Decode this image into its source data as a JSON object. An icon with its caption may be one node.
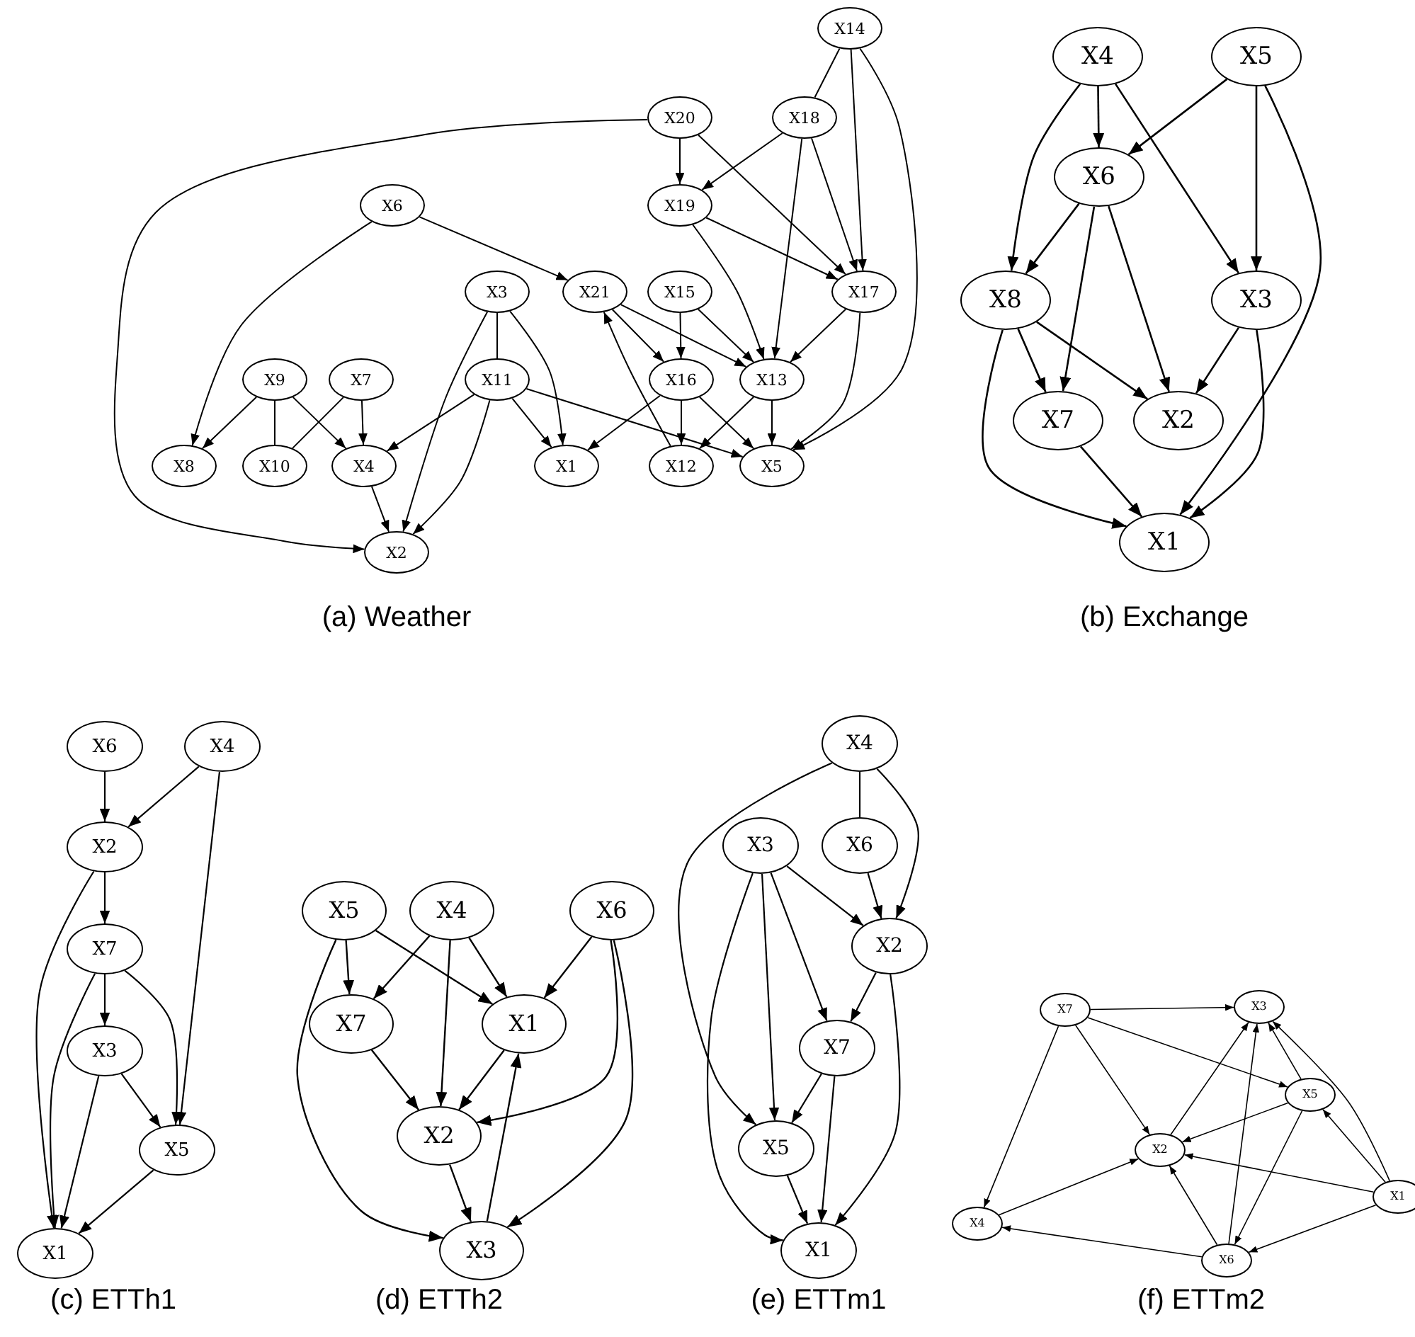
{
  "diagram": {
    "nodes": [
      {
        "text": [
          "X14"
        ]
      },
      {
        "text": [
          "X20"
        ]
      },
      {
        "text": [
          "X18"
        ]
      },
      {
        "text": [
          "X6"
        ]
      },
      {
        "text": [
          "X19"
        ]
      },
      {
        "text": [
          "X3"
        ]
      },
      {
        "text": [
          "X21"
        ]
      },
      {
        "text": [
          "X15"
        ]
      },
      {
        "text": [
          "X17"
        ]
      },
      {
        "text": [
          "X9"
        ]
      },
      {
        "text": [
          "X7"
        ]
      },
      {
        "text": [
          "X11"
        ]
      },
      {
        "text": [
          "X16"
        ]
      },
      {
        "text": [
          "X13"
        ]
      },
      {
        "text": [
          "X8"
        ]
      },
      {
        "text": [
          "X10"
        ]
      },
      {
        "text": [
          "X4"
        ]
      },
      {
        "text": [
          "X1"
        ]
      },
      {
        "text": [
          "X12"
        ]
      },
      {
        "text": [
          "X5"
        ]
      },
      {
        "text": [
          "X2"
        ]
      },
      {
        "text": [
          "X4"
        ]
      },
      {
        "text": [
          "X5"
        ]
      },
      {
        "text": [
          "X6"
        ]
      },
      {
        "text": [
          "X8"
        ]
      },
      {
        "text": [
          "X3"
        ]
      },
      {
        "text": [
          "X7"
        ]
      },
      {
        "text": [
          "X2"
        ]
      },
      {
        "text": [
          "X1"
        ]
      },
      {
        "text": [
          "X6"
        ]
      },
      {
        "text": [
          "X4"
        ]
      },
      {
        "text": [
          "X2"
        ]
      },
      {
        "text": [
          "X7"
        ]
      },
      {
        "text": [
          "X3"
        ]
      },
      {
        "text": [
          "X5"
        ]
      },
      {
        "text": [
          "X1"
        ]
      },
      {
        "text": [
          "X5"
        ]
      },
      {
        "text": [
          "X4"
        ]
      },
      {
        "text": [
          "X6"
        ]
      },
      {
        "text": [
          "X7"
        ]
      },
      {
        "text": [
          "X1"
        ]
      },
      {
        "text": [
          "X2"
        ]
      },
      {
        "text": [
          "X3"
        ]
      },
      {
        "text": [
          "X4"
        ]
      },
      {
        "text": [
          "X3"
        ]
      },
      {
        "text": [
          "X6"
        ]
      },
      {
        "text": [
          "X2"
        ]
      },
      {
        "text": [
          "X7"
        ]
      },
      {
        "text": [
          "X5"
        ]
      },
      {
        "text": [
          "X1"
        ]
      },
      {
        "text": [
          "X7"
        ]
      },
      {
        "text": [
          "X3"
        ]
      },
      {
        "text": [
          "X5"
        ]
      },
      {
        "text": [
          "X2"
        ]
      },
      {
        "text": [
          "X1"
        ]
      },
      {
        "text": [
          "X4"
        ]
      },
      {
        "text": [
          "X6"
        ]
      }
    ],
    "edges": [
      {
        "from": 0,
        "to": 2,
        "arrow": "none"
      },
      {
        "from": 0,
        "to": 8,
        "arrow": "to"
      },
      {
        "from": 0,
        "to": 19,
        "arrow": "to"
      },
      {
        "from": 1,
        "to": 20,
        "arrow": "to"
      },
      {
        "from": 1,
        "to": 4,
        "arrow": "to"
      },
      {
        "from": 1,
        "to": 8,
        "arrow": "to"
      },
      {
        "from": 2,
        "to": 4,
        "arrow": "to"
      },
      {
        "from": 2,
        "to": 13,
        "arrow": "to"
      },
      {
        "from": 2,
        "to": 8,
        "arrow": "to"
      },
      {
        "from": 3,
        "to": 14,
        "arrow": "to"
      },
      {
        "from": 3,
        "to": 6,
        "arrow": "to"
      },
      {
        "from": 4,
        "to": 8,
        "arrow": "to"
      },
      {
        "from": 4,
        "to": 13,
        "arrow": "to"
      },
      {
        "from": 5,
        "to": 11,
        "arrow": "none"
      },
      {
        "from": 5,
        "to": 20,
        "arrow": "to"
      },
      {
        "from": 5,
        "to": 17,
        "arrow": "to"
      },
      {
        "from": 6,
        "to": 12,
        "arrow": "to"
      },
      {
        "from": 6,
        "to": 13,
        "arrow": "to"
      },
      {
        "from": 7,
        "to": 12,
        "arrow": "to"
      },
      {
        "from": 7,
        "to": 13,
        "arrow": "to"
      },
      {
        "from": 8,
        "to": 13,
        "arrow": "to"
      },
      {
        "from": 8,
        "to": 19,
        "arrow": "to"
      },
      {
        "from": 9,
        "to": 14,
        "arrow": "to"
      },
      {
        "from": 9,
        "to": 15,
        "arrow": "none"
      },
      {
        "from": 9,
        "to": 16,
        "arrow": "to"
      },
      {
        "from": 10,
        "to": 15,
        "arrow": "none"
      },
      {
        "from": 10,
        "to": 16,
        "arrow": "to"
      },
      {
        "from": 11,
        "to": 16,
        "arrow": "to"
      },
      {
        "from": 11,
        "to": 20,
        "arrow": "to"
      },
      {
        "from": 11,
        "to": 17,
        "arrow": "to"
      },
      {
        "from": 11,
        "to": 19,
        "arrow": "to"
      },
      {
        "from": 12,
        "to": 17,
        "arrow": "to"
      },
      {
        "from": 12,
        "to": 18,
        "arrow": "to"
      },
      {
        "from": 12,
        "to": 19,
        "arrow": "to"
      },
      {
        "from": 13,
        "to": 18,
        "arrow": "to"
      },
      {
        "from": 13,
        "to": 19,
        "arrow": "to"
      },
      {
        "from": 18,
        "to": 6,
        "arrow": "to"
      },
      {
        "from": 16,
        "to": 20,
        "arrow": "to"
      },
      {
        "from": 21,
        "to": 23,
        "arrow": "to"
      },
      {
        "from": 21,
        "to": 24,
        "arrow": "to"
      },
      {
        "from": 21,
        "to": 25,
        "arrow": "to"
      },
      {
        "from": 22,
        "to": 23,
        "arrow": "to"
      },
      {
        "from": 22,
        "to": 25,
        "arrow": "to"
      },
      {
        "from": 22,
        "to": 28,
        "arrow": "to"
      },
      {
        "from": 23,
        "to": 24,
        "arrow": "to"
      },
      {
        "from": 23,
        "to": 26,
        "arrow": "to"
      },
      {
        "from": 23,
        "to": 27,
        "arrow": "to"
      },
      {
        "from": 24,
        "to": 26,
        "arrow": "to"
      },
      {
        "from": 24,
        "to": 28,
        "arrow": "to"
      },
      {
        "from": 24,
        "to": 27,
        "arrow": "to"
      },
      {
        "from": 25,
        "to": 27,
        "arrow": "to"
      },
      {
        "from": 25,
        "to": 28,
        "arrow": "to"
      },
      {
        "from": 26,
        "to": 28,
        "arrow": "to"
      },
      {
        "from": 29,
        "to": 31,
        "arrow": "to"
      },
      {
        "from": 30,
        "to": 31,
        "arrow": "to"
      },
      {
        "from": 30,
        "to": 34,
        "arrow": "to"
      },
      {
        "from": 31,
        "to": 32,
        "arrow": "to"
      },
      {
        "from": 31,
        "to": 35,
        "arrow": "to"
      },
      {
        "from": 32,
        "to": 33,
        "arrow": "to"
      },
      {
        "from": 32,
        "to": 35,
        "arrow": "to"
      },
      {
        "from": 32,
        "to": 34,
        "arrow": "to"
      },
      {
        "from": 33,
        "to": 34,
        "arrow": "to"
      },
      {
        "from": 33,
        "to": 35,
        "arrow": "to"
      },
      {
        "from": 34,
        "to": 35,
        "arrow": "to"
      },
      {
        "from": 36,
        "to": 39,
        "arrow": "to"
      },
      {
        "from": 36,
        "to": 40,
        "arrow": "to"
      },
      {
        "from": 36,
        "to": 42,
        "arrow": "to"
      },
      {
        "from": 37,
        "to": 39,
        "arrow": "to"
      },
      {
        "from": 37,
        "to": 41,
        "arrow": "to"
      },
      {
        "from": 37,
        "to": 40,
        "arrow": "to"
      },
      {
        "from": 38,
        "to": 40,
        "arrow": "to"
      },
      {
        "from": 38,
        "to": 41,
        "arrow": "to"
      },
      {
        "from": 38,
        "to": 42,
        "arrow": "to"
      },
      {
        "from": 39,
        "to": 41,
        "arrow": "to"
      },
      {
        "from": 40,
        "to": 41,
        "arrow": "to"
      },
      {
        "from": 41,
        "to": 42,
        "arrow": "to"
      },
      {
        "from": 42,
        "to": 40,
        "arrow": "to"
      },
      {
        "from": 43,
        "to": 45,
        "arrow": "none"
      },
      {
        "from": 43,
        "to": 46,
        "arrow": "to"
      },
      {
        "from": 43,
        "to": 48,
        "arrow": "to"
      },
      {
        "from": 45,
        "to": 46,
        "arrow": "to"
      },
      {
        "from": 44,
        "to": 46,
        "arrow": "to"
      },
      {
        "from": 44,
        "to": 47,
        "arrow": "to"
      },
      {
        "from": 44,
        "to": 48,
        "arrow": "to"
      },
      {
        "from": 44,
        "to": 49,
        "arrow": "to"
      },
      {
        "from": 46,
        "to": 47,
        "arrow": "to"
      },
      {
        "from": 46,
        "to": 49,
        "arrow": "to"
      },
      {
        "from": 47,
        "to": 48,
        "arrow": "to"
      },
      {
        "from": 47,
        "to": 49,
        "arrow": "to"
      },
      {
        "from": 48,
        "to": 49,
        "arrow": "to"
      },
      {
        "from": 50,
        "to": 51,
        "arrow": "to"
      },
      {
        "from": 50,
        "to": 52,
        "arrow": "to"
      },
      {
        "from": 50,
        "to": 53,
        "arrow": "to"
      },
      {
        "from": 50,
        "to": 55,
        "arrow": "to"
      },
      {
        "from": 53,
        "to": 51,
        "arrow": "to"
      },
      {
        "from": 56,
        "to": 51,
        "arrow": "to"
      },
      {
        "from": 52,
        "to": 51,
        "arrow": "to"
      },
      {
        "from": 54,
        "to": 51,
        "arrow": "to"
      },
      {
        "from": 54,
        "to": 52,
        "arrow": "to"
      },
      {
        "from": 52,
        "to": 53,
        "arrow": "to"
      },
      {
        "from": 54,
        "to": 53,
        "arrow": "to"
      },
      {
        "from": 52,
        "to": 56,
        "arrow": "to"
      },
      {
        "from": 54,
        "to": 56,
        "arrow": "to"
      },
      {
        "from": 55,
        "to": 53,
        "arrow": "to"
      },
      {
        "from": 56,
        "to": 53,
        "arrow": "to"
      },
      {
        "from": 56,
        "to": 55,
        "arrow": "to"
      }
    ],
    "labels": [
      "(a) Weather",
      "(b) Exchange",
      "(c) ETTh1",
      "(d) ETTh2",
      "(e) ETTm1",
      "(f) ETTm2"
    ]
  }
}
